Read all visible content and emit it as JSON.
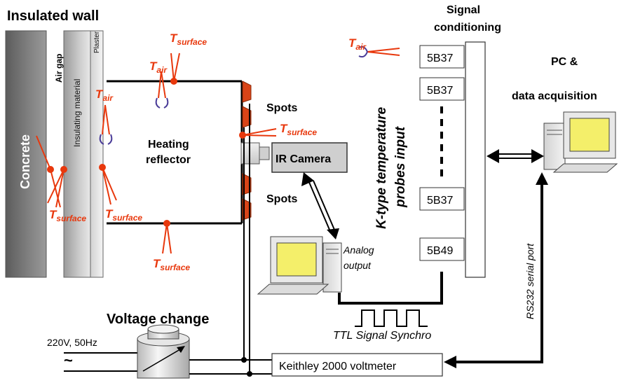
{
  "labels": {
    "insulated_wall": "Insulated wall",
    "concrete": "Concrete",
    "air_gap": "Air gap",
    "insulating_material": "Insulating material",
    "plaster": "Plaster",
    "heating_reflector_1": "Heating",
    "heating_reflector_2": "reflector",
    "spots_top": "Spots",
    "spots_bottom": "Spots",
    "ir_camera": "IR Camera",
    "signal_conditioning_1": "Signal",
    "signal_conditioning_2": "conditioning",
    "pc_1": "PC &",
    "pc_2": "data acquisition",
    "ktype_1": "K-type temperature",
    "ktype_2": "probes input",
    "analog_1": "Analog",
    "analog_2": "output",
    "ttl": "TTL Signal Synchro",
    "rs232": "RS232 serial port",
    "voltage_change": "Voltage change",
    "mains": "220V, 50Hz",
    "tilde": "~",
    "keithley": "Keithley 2000 voltmeter"
  },
  "modules": [
    "5B37",
    "5B37",
    "5B37",
    "5B49"
  ],
  "temps": {
    "t": "T",
    "air": "air",
    "surface": "surface"
  },
  "colors": {
    "probe_red": "#e8380d",
    "probe_blue": "#4a3c98",
    "spot_red": "#d94418"
  }
}
